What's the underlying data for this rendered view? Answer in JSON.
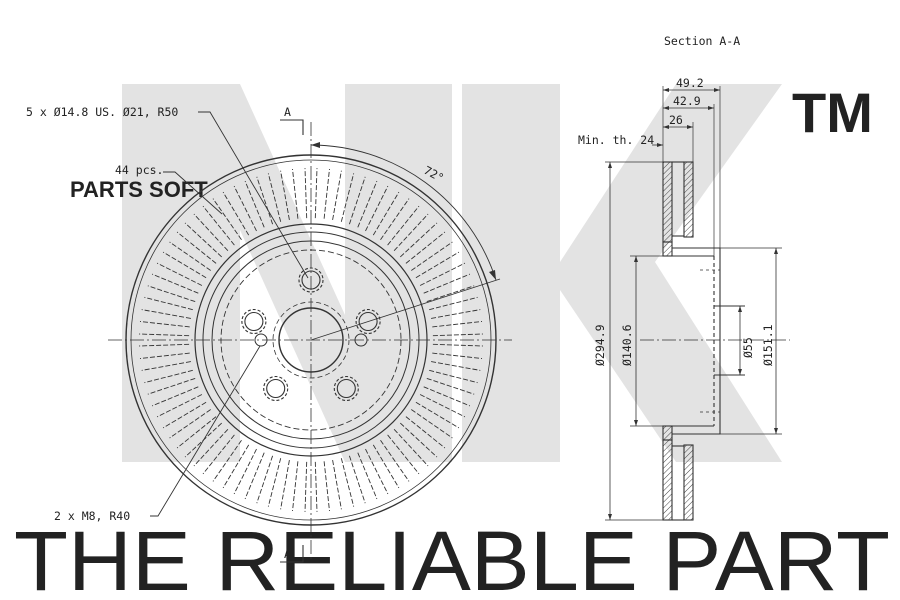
{
  "watermark": {
    "brand_color": "#e3e3e3",
    "tm": "TM",
    "parts_soft": "PARTS SOFT",
    "tagline": "THE RELIABLE PART"
  },
  "front_view": {
    "bolt_holes_label": "5 x Ø14.8 US. Ø21, R50",
    "vanes_label": "44 pcs.",
    "angle_label": "72°",
    "section_marker": "A",
    "threaded_label": "2 x M8, R40",
    "vane_count": 44,
    "bolt_hole_count": 5
  },
  "section_view": {
    "title": "Section A-A",
    "dim_total_width": "49.2",
    "dim_hat_depth": "42.9",
    "dim_disc_thickness": "26",
    "min_thickness": "Min. th. 24",
    "dia_outer": "Ø294.9",
    "dia_hat": "Ø140.6",
    "dia_bore": "Ø55",
    "dia_hat_outer": "Ø151.1"
  }
}
